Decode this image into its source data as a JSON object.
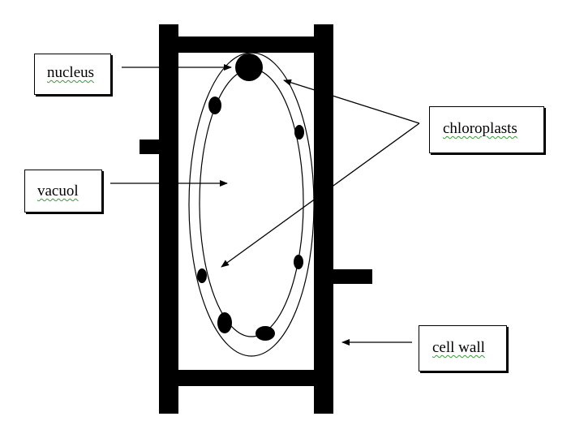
{
  "labels": {
    "nucleus": "nucleus",
    "vacuol": "vacuol",
    "chloroplasts": "chloroplasts",
    "cell_wall": "cell wall"
  },
  "colors": {
    "ink": "#000000",
    "background": "#ffffff",
    "spellcheck_underline": "#3a9a3a"
  }
}
